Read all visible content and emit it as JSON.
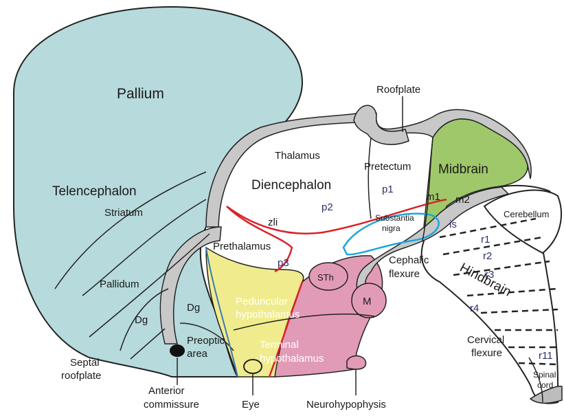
{
  "colors": {
    "telencephalon": "#b7dadc",
    "midbrain": "#9fc86a",
    "yellow_region": "#f0ec8e",
    "pink_region": "#e29bb7",
    "grey_tissue": "#c8c8c8",
    "red_boundary": "#d8232a",
    "blue_boundary": "#1aa6dd"
  },
  "labels": {
    "pallium": "Pallium",
    "telencephalon": "Telencephalon",
    "striatum": "Striatum",
    "pallidum": "Pallidum",
    "dg_left": "Dg",
    "dg_right": "Dg",
    "preoptic_1": "Preoptic",
    "preoptic_2": "area",
    "septal_1": "Septal",
    "septal_2": "roofplate",
    "anterior_1": "Anterior",
    "anterior_2": "commissure",
    "eye": "Eye",
    "neurohypophysis": "Neurohypophysis",
    "roofplate": "Roofplate",
    "thalamus": "Thalamus",
    "diencephalon": "Diencephalon",
    "pretectum": "Pretectum",
    "midbrain": "Midbrain",
    "p1": "p1",
    "p2": "p2",
    "p3": "p3",
    "m1": "m1",
    "m2": "m2",
    "zli": "zli",
    "substantia_1": "Substantia",
    "substantia_2": "nigra",
    "is": "is",
    "cerebellum": "Cerebellum",
    "prethalamus": "Prethalamus",
    "sth": "STh",
    "m": "M",
    "peduncular_1": "Peduncular",
    "peduncular_2": "hypothalamus",
    "terminal_1": "Terminal",
    "terminal_2": "hypothalamus",
    "cephalic_1": "Cephalic",
    "cephalic_2": "flexure",
    "hindbrain": "Hindbrain",
    "r1": "r1",
    "r2": "r2",
    "r3": "r3",
    "r4": "r4",
    "r11": "r11",
    "cervical_1": "Cervical",
    "cervical_2": "flexure",
    "spinal_1": "Spinal",
    "spinal_2": "cord"
  }
}
